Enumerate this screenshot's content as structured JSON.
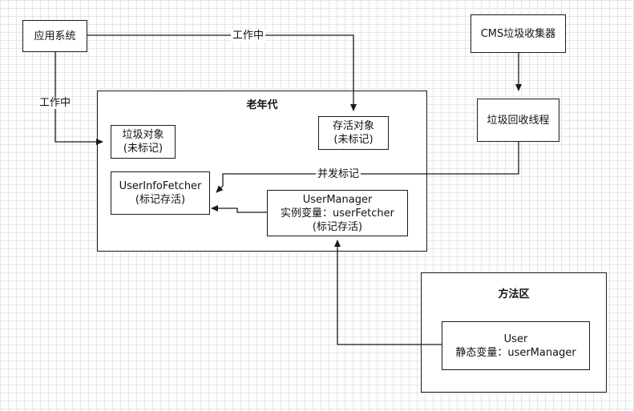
{
  "nodes": {
    "app_system": "应用系统",
    "cms_collector": "CMS垃圾收集器",
    "gc_thread": "垃圾回收线程",
    "garbage_object": [
      "垃圾对象",
      "(未标记)"
    ],
    "live_object": [
      "存活对象",
      "(未标记)"
    ],
    "user_info_fetcher": [
      "UserInfoFetcher",
      "(标记存活)"
    ],
    "user_manager": [
      "UserManager",
      "实例变量：userFetcher",
      "(标记存活)"
    ],
    "user": [
      "User",
      "静态变量：userManager"
    ]
  },
  "containers": {
    "old_gen": "老年代",
    "method_area": "方法区"
  },
  "edges": {
    "app_to_live": "工作中",
    "app_to_garbage": "工作中",
    "concurrent_mark": "并发标记"
  }
}
